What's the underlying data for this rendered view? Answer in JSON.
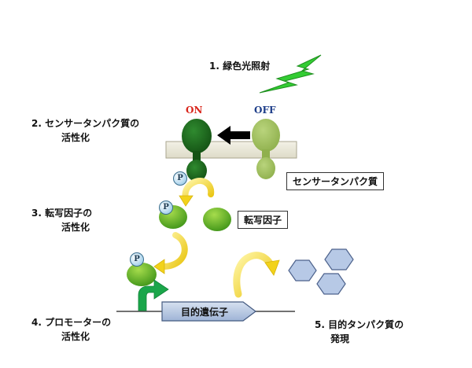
{
  "steps": {
    "s1": "1. 緑色光照射",
    "s2_line1": "2. センサータンパク質の",
    "s2_line2": "活性化",
    "s3_line1": "3. 転写因子の",
    "s3_line2": "活性化",
    "s4_line1": "4. プロモーターの",
    "s4_line2": "活性化",
    "s5_line1": "5. 目的タンパク質の",
    "s5_line2": "発現"
  },
  "states": {
    "on": "ON",
    "off": "OFF"
  },
  "labels": {
    "sensor_protein": "センサータンパク質",
    "transcription_factor": "転写因子",
    "target_gene": "目的遺伝子",
    "phosphate": "P"
  },
  "colors": {
    "on_red": "#d9261c",
    "off_blue": "#1f3f8a",
    "sensor_dark": "#1c5e1c",
    "sensor_light": "#9bbb59",
    "tf_green": "#5fae1f",
    "lightning": "#33cc33",
    "arrow_yellow": "#f4d51c",
    "promoter_green": "#1aa64a",
    "gene_blue": "#b8c9e3",
    "hex_blue": "#b7c9e6",
    "membrane": "#eceadb"
  }
}
